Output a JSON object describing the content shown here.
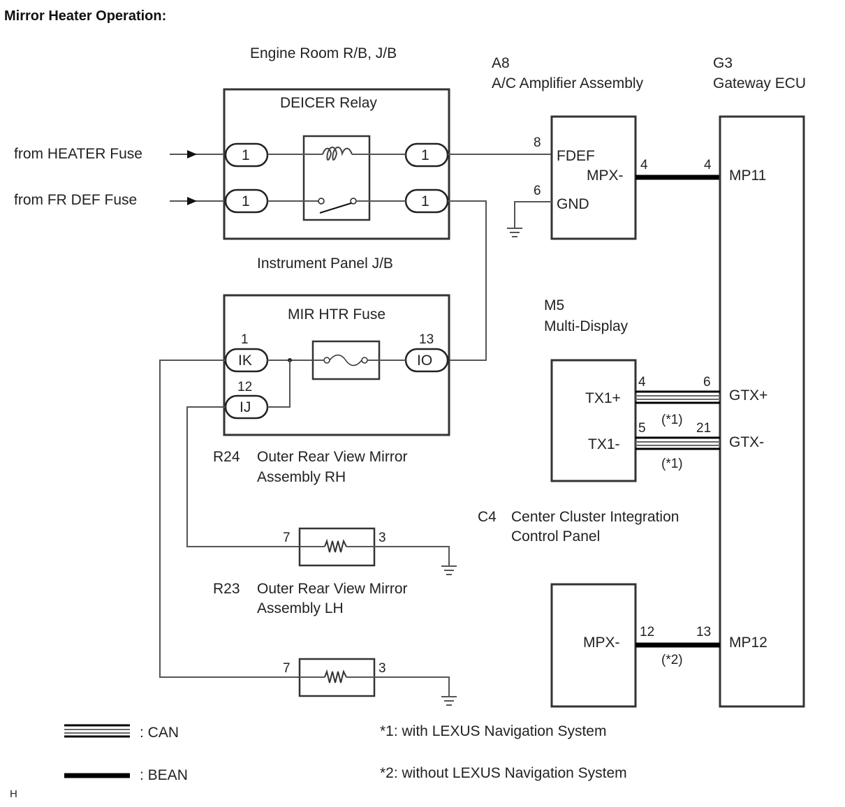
{
  "title": "Mirror Heater Operation:",
  "engine_room": {
    "label": "Engine Room R/B, J/B",
    "relay_label": "DEICER Relay",
    "inputs": [
      "from HEATER Fuse",
      "from FR DEF Fuse"
    ],
    "terminals": [
      "1",
      "1",
      "1",
      "1"
    ]
  },
  "ac_amp": {
    "code": "A8",
    "name": "A/C Amplifier Assembly",
    "pins": {
      "fdef_num": "8",
      "fdef_label": "FDEF",
      "gnd_num": "6",
      "gnd_label": "GND",
      "mpx_label": "MPX-",
      "mpx_num": "4"
    }
  },
  "gateway": {
    "code": "G3",
    "name": "Gateway ECU",
    "pins": {
      "mp11_num": "4",
      "mp11_label": "MP11",
      "gtxp_num": "6",
      "gtxp_label": "GTX+",
      "gtxm_num": "21",
      "gtxm_label": "GTX-",
      "mp12_num": "13",
      "mp12_label": "MP12"
    }
  },
  "instrument_panel": {
    "label": "Instrument Panel J/B",
    "fuse_label": "MIR HTR Fuse",
    "terminals": [
      {
        "num": "1",
        "label": "IK"
      },
      {
        "num": "12",
        "label": "IJ"
      },
      {
        "num": "13",
        "label": "IO"
      }
    ]
  },
  "multi_display": {
    "code": "M5",
    "name": "Multi-Display",
    "pins": {
      "tx1p_label": "TX1+",
      "tx1p_num": "4",
      "tx1m_label": "TX1-",
      "tx1m_num": "5"
    },
    "note1": "(*1)",
    "note2": "(*1)"
  },
  "mirror_rh": {
    "code": "R24",
    "name_line1": "Outer Rear View Mirror",
    "name_line2": "Assembly RH",
    "pin_in": "7",
    "pin_out": "3"
  },
  "mirror_lh": {
    "code": "R23",
    "name_line1": "Outer Rear View Mirror",
    "name_line2": "Assembly LH",
    "pin_in": "7",
    "pin_out": "3"
  },
  "center_cluster": {
    "code": "C4",
    "name_line1": "Center Cluster Integration",
    "name_line2": "Control Panel",
    "pins": {
      "mpx_label": "MPX-",
      "mpx_num": "12"
    },
    "note": "(*2)"
  },
  "legend": {
    "can": ": CAN",
    "bean": ": BEAN",
    "note1": "*1: with LEXUS Navigation System",
    "note2": "*2: without LEXUS Navigation System"
  },
  "footer_mark": "H"
}
